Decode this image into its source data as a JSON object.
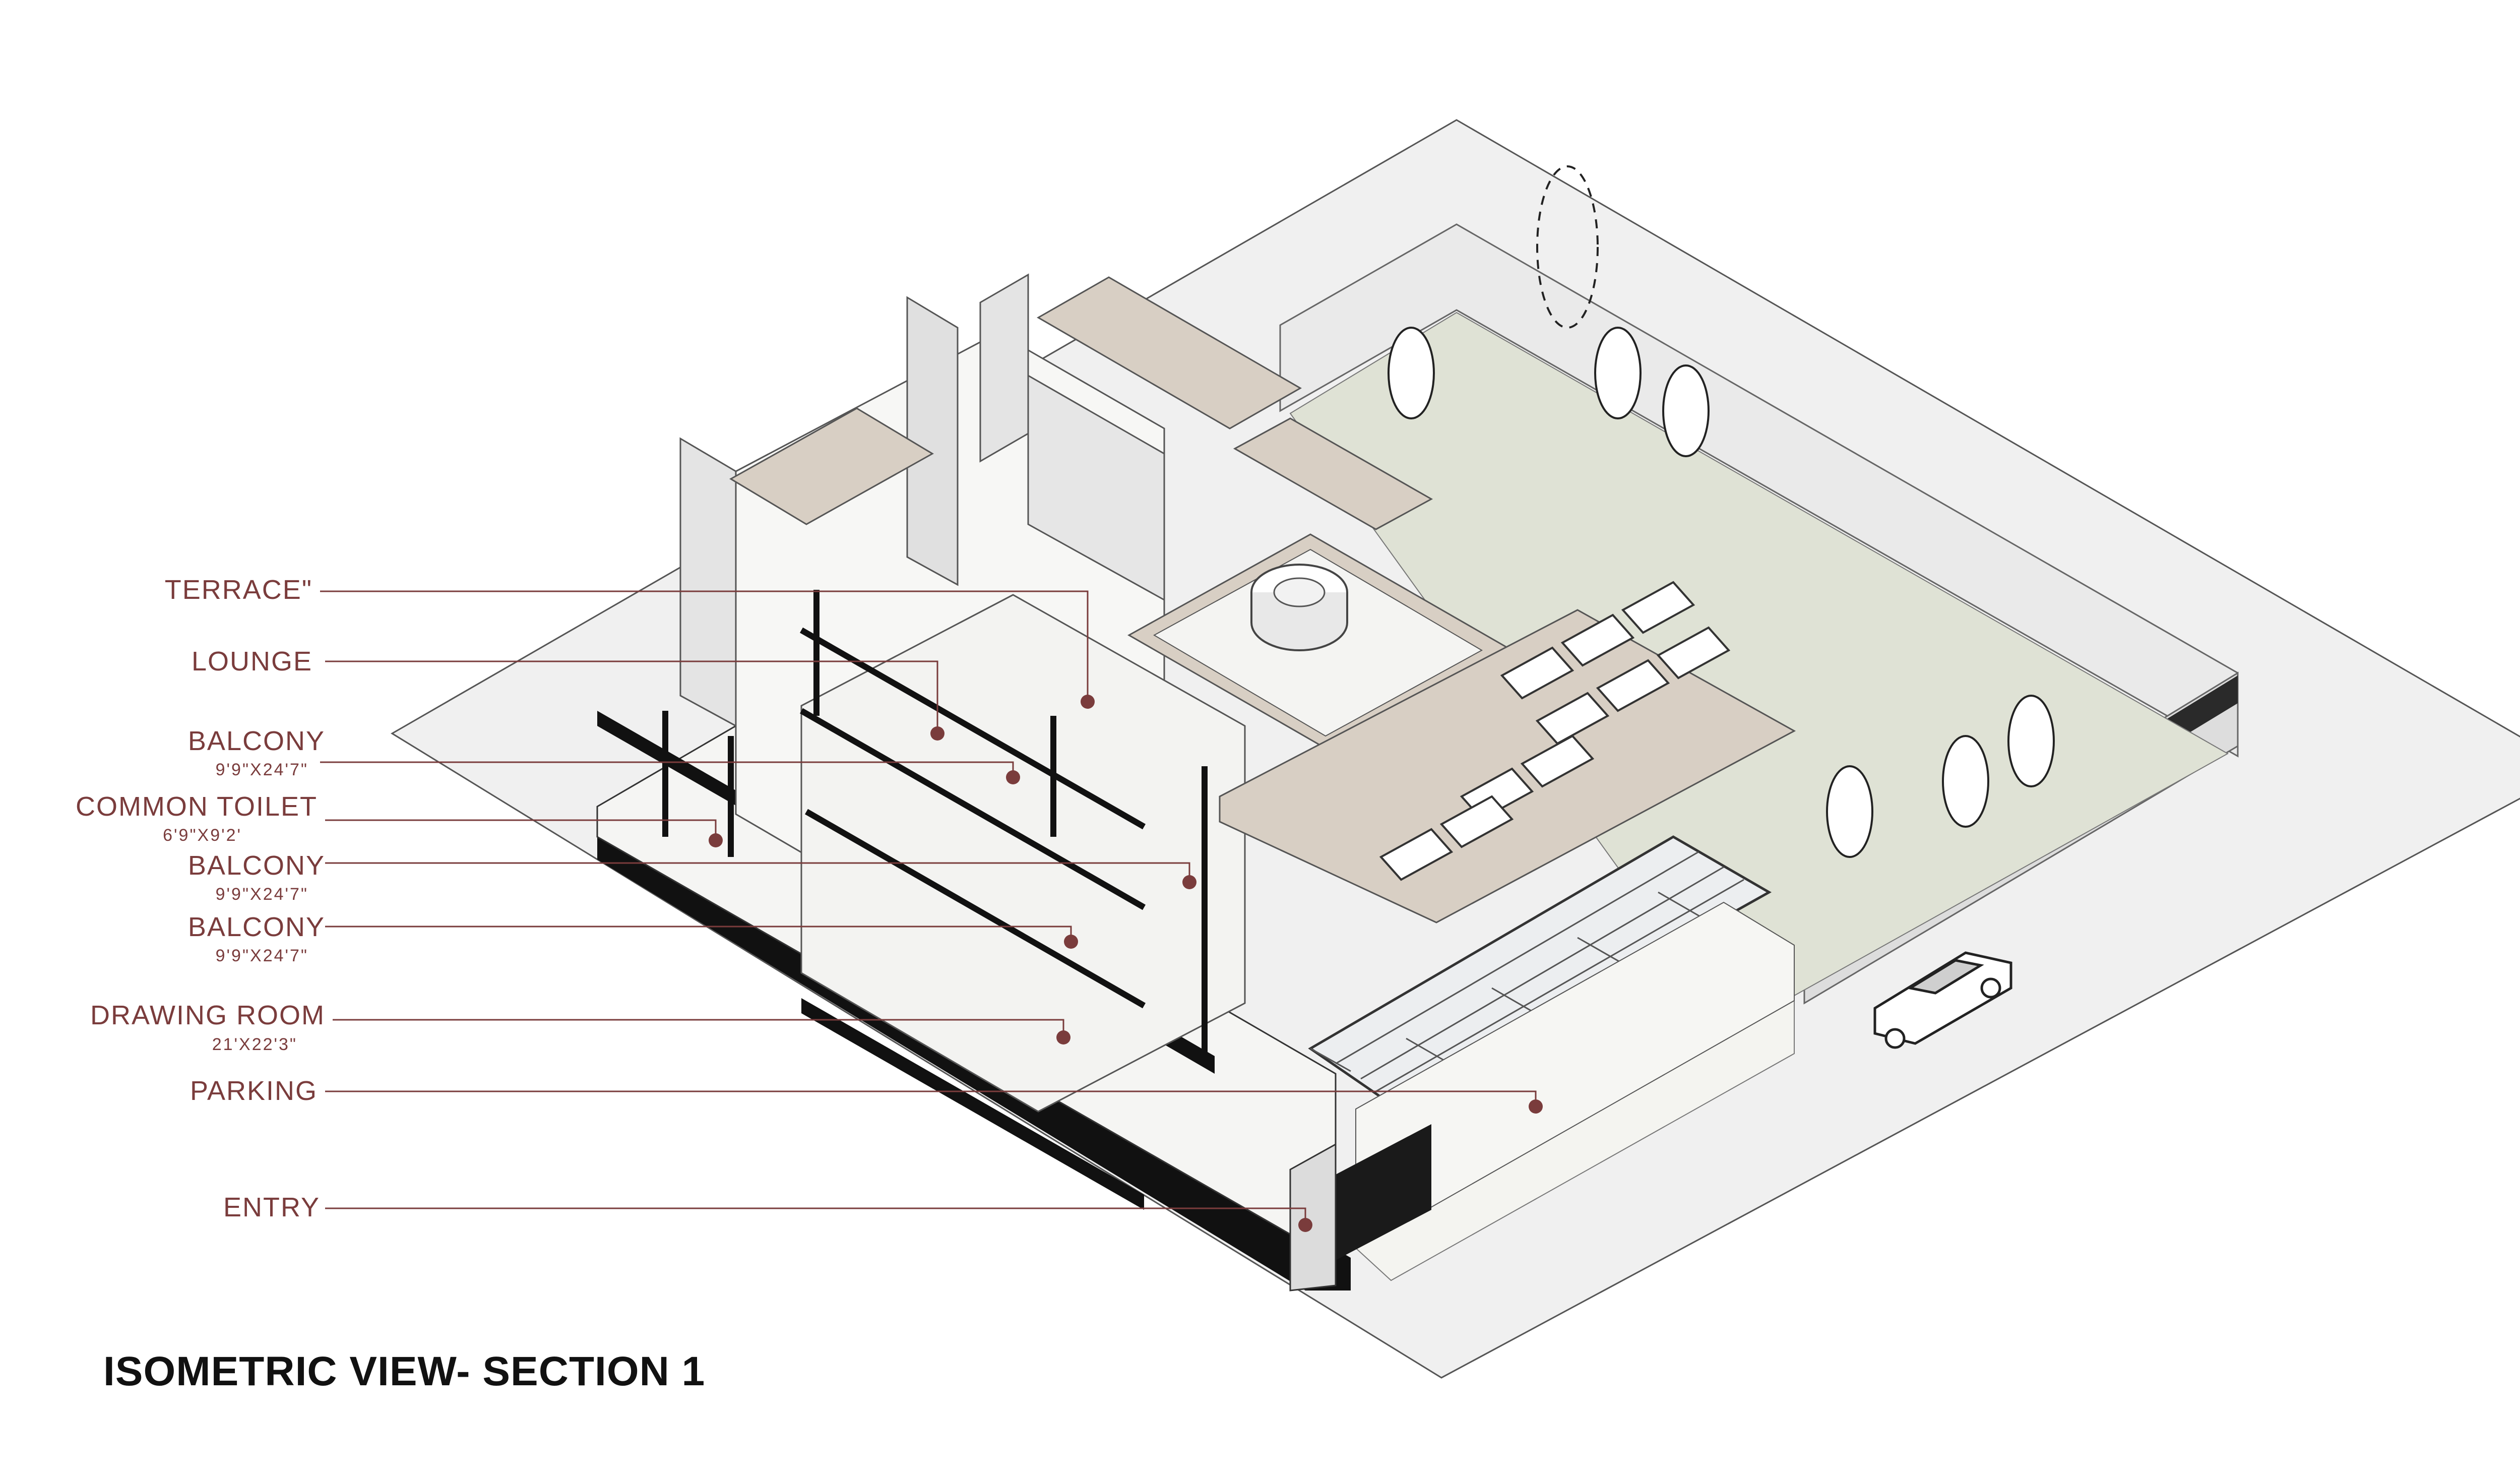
{
  "title": "ISOMETRIC VIEW-  SECTION 1",
  "colors": {
    "accent": "#7a3c3c",
    "lawn": "#dfe2d5",
    "roof": "#d8cfc4",
    "wall": "#e6e6e6",
    "ground": "#efefef"
  },
  "labels": [
    {
      "name": "TERRACE\"",
      "dim": ""
    },
    {
      "name": "LOUNGE",
      "dim": ""
    },
    {
      "name": "BALCONY",
      "dim": "9'9\"X24'7\""
    },
    {
      "name": "COMMON TOILET",
      "dim": "6'9\"X9'2'"
    },
    {
      "name": "BALCONY",
      "dim": "9'9\"X24'7\""
    },
    {
      "name": "BALCONY",
      "dim": "9'9\"X24'7\""
    },
    {
      "name": "DRAWING ROOM",
      "dim": "21'X22'3\""
    },
    {
      "name": "PARKING",
      "dim": ""
    },
    {
      "name": "ENTRY",
      "dim": ""
    }
  ],
  "icons": [
    "tree-icon",
    "car-icon",
    "solar-panel-icon"
  ]
}
